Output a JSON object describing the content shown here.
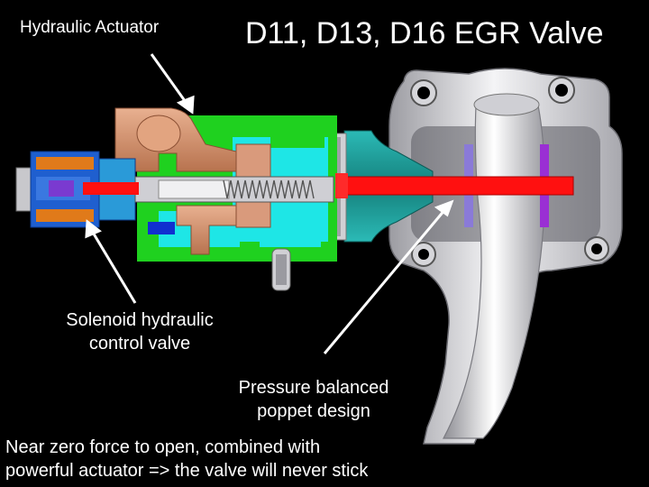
{
  "slide": {
    "title": "D11, D13, D16  EGR Valve",
    "labels": {
      "hydraulic_actuator": "Hydraulic Actuator",
      "solenoid_line1": "Solenoid hydraulic",
      "solenoid_line2": "control valve",
      "poppet_line1": "Pressure balanced",
      "poppet_line2": "poppet design"
    },
    "note_line1": "Near zero force to open, combined with",
    "note_line2": "powerful actuator => the valve will never stick"
  },
  "colors": {
    "background": "#000000",
    "actuator_body": "#d99a7c",
    "green_housing": "#1fd11f",
    "cyan_cavity": "#1ee6e6",
    "teal_poppet": "#1a9a96",
    "red_stem": "#ff1010",
    "solenoid_blue": "#1f5fcf",
    "solenoid_orange": "#e07a1a",
    "egr_housing": "#e6e6ea",
    "seat_purple": "#9a2fd4"
  }
}
